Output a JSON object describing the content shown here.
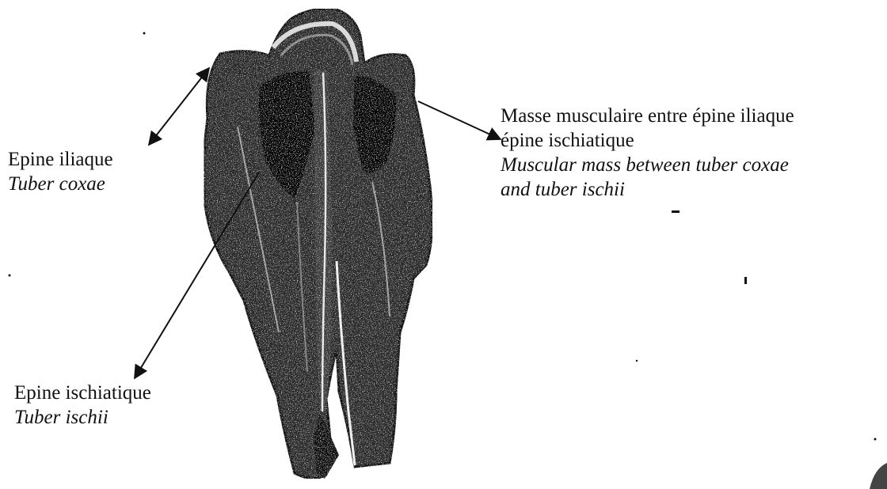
{
  "labels": {
    "tuber_coxae": {
      "french": "Epine iliaque",
      "english": "Tuber coxae"
    },
    "tuber_ischii": {
      "french": "Epine ischiatique",
      "english": "Tuber ischii"
    },
    "muscular_mass": {
      "french_line1": "Masse musculaire entre épine iliaque",
      "french_line2": "épine ischiatique",
      "english_line1": "Muscular mass between tuber coxae",
      "english_line2": "and tuber ischii"
    }
  },
  "colors": {
    "ink": "#111111",
    "flesh": "#2a2a2a",
    "dark_region": "#050505",
    "background": "#ffffff"
  }
}
